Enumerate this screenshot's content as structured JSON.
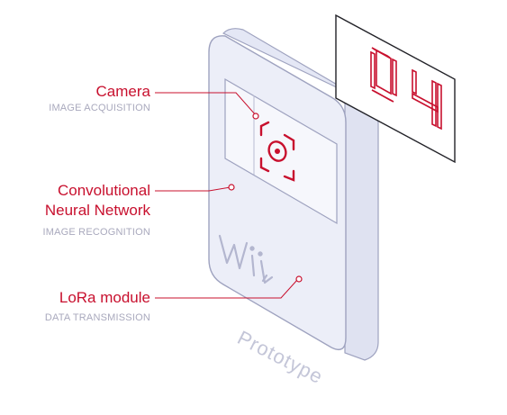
{
  "labels": {
    "camera": {
      "title": "Camera",
      "subtitle": "IMAGE ACQUISITION"
    },
    "cnn": {
      "title_line1": "Convolutional",
      "title_line2": "Neural Network",
      "subtitle": "IMAGE RECOGNITION"
    },
    "lora": {
      "title": "LoRa module",
      "subtitle": "DATA TRANSMISSION"
    }
  },
  "device_caption": "Prototype",
  "display_reading": "04",
  "logo_text": "Wii",
  "colors": {
    "accent": "#c8102e",
    "device_fill": "#eceef8",
    "device_stroke": "#9ea2bf",
    "subtitle": "#a9a9bd"
  }
}
